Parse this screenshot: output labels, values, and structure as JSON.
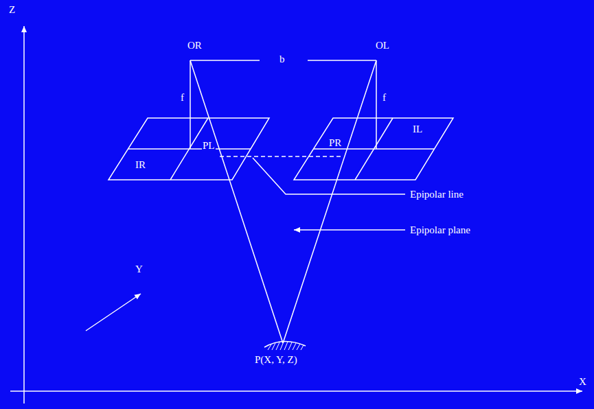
{
  "diagram": {
    "labels": [
      "Z",
      "OR",
      "b",
      "OL",
      "f",
      "f",
      "IR",
      "PL",
      "PR",
      "IL",
      "Epipolar line",
      "Epipolar plane",
      "Y",
      "P(X, Y, Z)",
      "X"
    ]
  }
}
